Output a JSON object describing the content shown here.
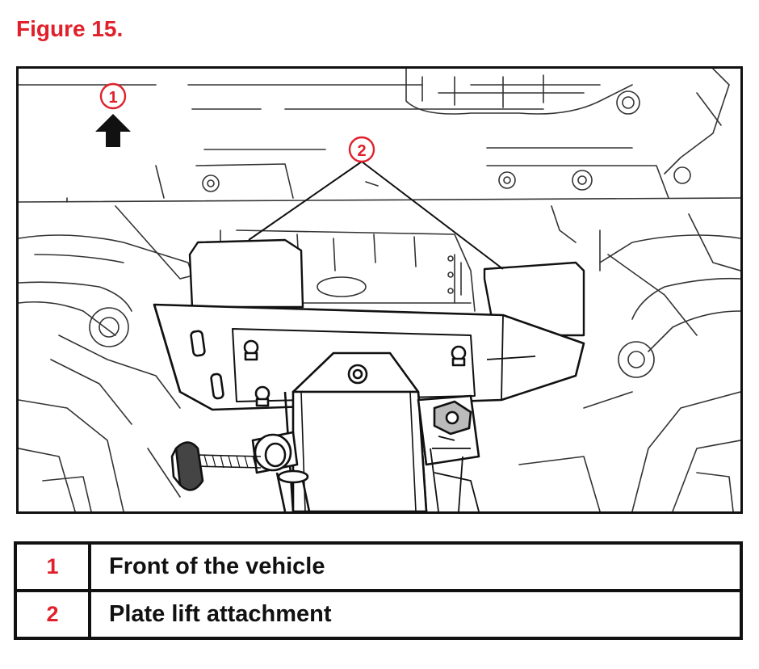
{
  "figure": {
    "title": "Figure 15."
  },
  "callouts": [
    {
      "number": "1",
      "description": "Front of the vehicle"
    },
    {
      "number": "2",
      "description": "Plate lift attachment"
    }
  ],
  "icons": {
    "arrow": "arrow-up-icon"
  },
  "colors": {
    "accent": "#e0202a",
    "line": "#111111",
    "background": "#ffffff"
  }
}
